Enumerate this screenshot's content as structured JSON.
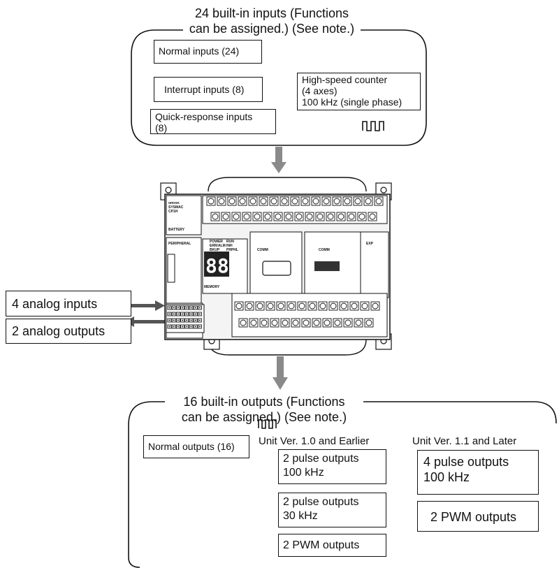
{
  "inputs": {
    "title_line1": "24 built-in inputs (Functions",
    "title_line2": "can be assigned.) (See note.)",
    "normal": "Normal inputs (24)",
    "interrupt": "Interrupt inputs (8)",
    "quick_line1": "Quick-response inputs",
    "quick_line2": "(8)",
    "hsc_line1": "High-speed counter",
    "hsc_line2": "(4 axes)",
    "hsc_line3": "100 kHz (single phase)"
  },
  "analog": {
    "inputs": "4 analog inputs",
    "outputs": "2 analog outputs"
  },
  "plc": {
    "brand_line1": "omron",
    "brand_line2": "SYSMAC",
    "brand_line3": "CP1H",
    "battery": "BATTERY",
    "peripheral": "PERIPHERAL",
    "memory": "MEMORY",
    "exp": "EXP",
    "comm1": "COMM",
    "comm2": "COMM",
    "led_power": "POWER",
    "led_run": "RUN",
    "led_error": "ERR/ALM",
    "led_inh": "INH",
    "led_bklp": "BKUP",
    "led_prphl": "PRPHL",
    "display": "88"
  },
  "outputs": {
    "title_line1": "16 built-in outputs (Functions",
    "title_line2": "can be assigned.) (See note.)",
    "normal": "Normal outputs (16)",
    "ver_old_header": "Unit Ver. 1.0 and Earlier",
    "ver_new_header": "Unit Ver. 1.1 and Later",
    "old_pulse100_l1": "2 pulse outputs",
    "old_pulse100_l2": "100 kHz",
    "old_pulse30_l1": "2 pulse outputs",
    "old_pulse30_l2": "30 kHz",
    "old_pwm": "2 PWM outputs",
    "new_pulse_l1": "4 pulse outputs",
    "new_pulse_l2": "100 kHz",
    "new_pwm": "2 PWM outputs"
  },
  "colors": {
    "arrow_gray": "#8a8a8a",
    "line": "#111111",
    "plc_body": "#f4f4f4"
  }
}
